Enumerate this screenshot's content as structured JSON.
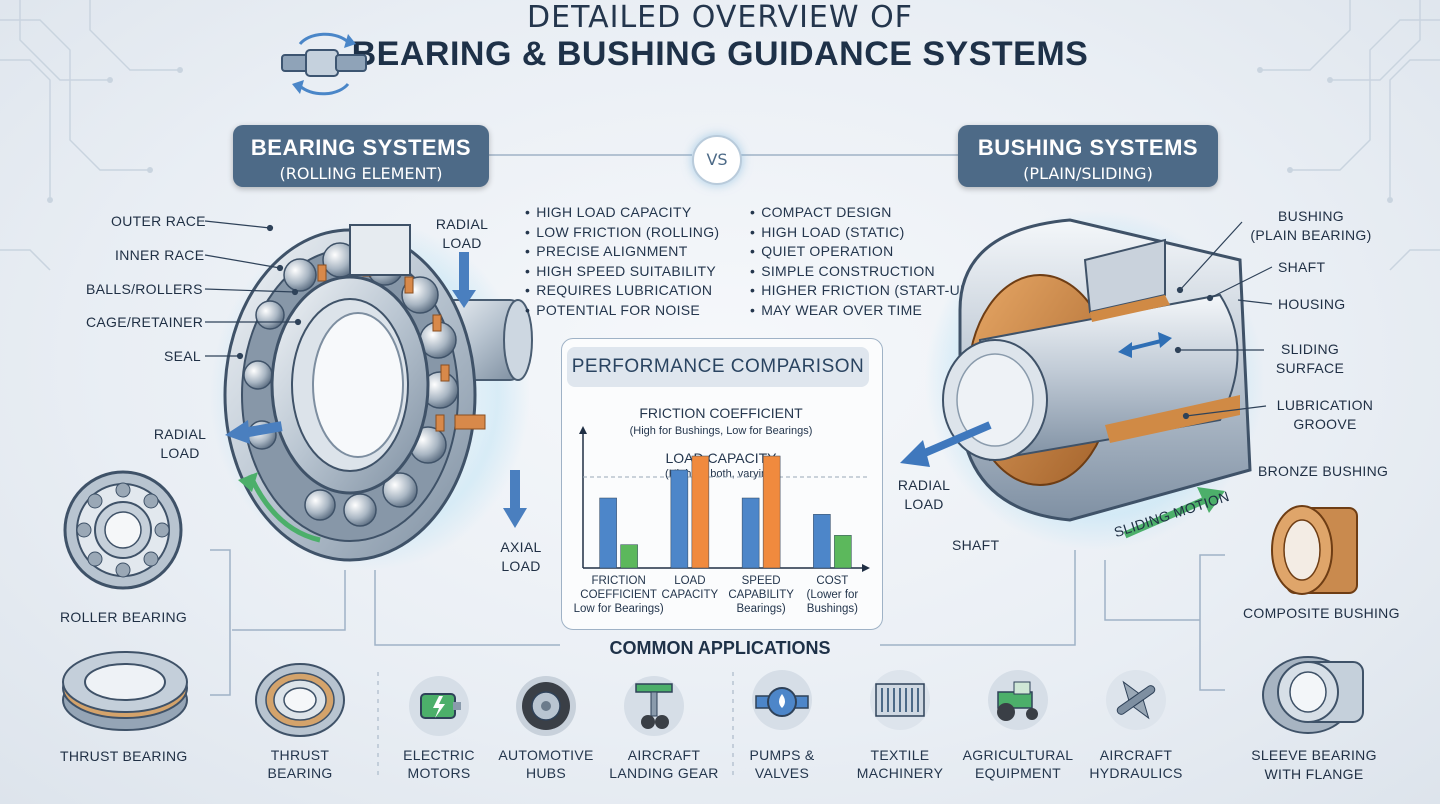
{
  "title": {
    "line1": "DETAILED OVERVIEW OF",
    "line2": "BEARING & BUSHING GUIDANCE SYSTEMS"
  },
  "bearing_box": {
    "main": "BEARING SYSTEMS",
    "sub": "(ROLLING ELEMENT)"
  },
  "bushing_box": {
    "main": "BUSHING SYSTEMS",
    "sub": "(PLAIN/SLIDING)"
  },
  "vs": "VS",
  "bearing_parts": [
    "OUTER RACE",
    "INNER RACE",
    "BALLS/ROLLERS",
    "CAGE/RETAINER",
    "SEAL"
  ],
  "bearing_loads": {
    "radial_top": [
      "RADIAL",
      "LOAD"
    ],
    "radial_left": [
      "RADIAL",
      "LOAD"
    ],
    "axial": [
      "AXIAL",
      "LOAD"
    ]
  },
  "bearing_pros": [
    "HIGH LOAD CAPACITY",
    "LOW FRICTION (ROLLING)",
    "PRECISE ALIGNMENT",
    "HIGH SPEED SUITABILITY",
    "REQUIRES LUBRICATION",
    "POTENTIAL FOR NOISE"
  ],
  "bushing_pros": [
    "COMPACT DESIGN",
    "HIGH LOAD (STATIC)",
    "QUIET OPERATION",
    "SIMPLE CONSTRUCTION",
    "HIGHER FRICTION (START-UP)",
    "MAY WEAR OVER TIME"
  ],
  "bushing_parts": {
    "bushing": [
      "BUSHING",
      "(PLAIN BEARING)"
    ],
    "shaft": "SHAFT",
    "housing": "HOUSING",
    "sliding": [
      "SLIDING",
      "SURFACE"
    ],
    "groove": [
      "LUBRICATION",
      "GROOVE"
    ],
    "radial": [
      "RADIAL",
      "LOAD"
    ],
    "shaft_bottom": "SHAFT",
    "motion": "SLIDING MOTION"
  },
  "left_examples": [
    "ROLLER BEARING",
    "THRUST BEARING"
  ],
  "right_examples": [
    "BRONZE BUSHING",
    "COMPOSITE BUSHING",
    "SLEEVE BEARING",
    "WITH FLANGE"
  ],
  "performance": {
    "title": "PERFORMANCE COMPARISON",
    "friction_title": "FRICTION COEFFICIENT",
    "friction_sub": "(High for Bushings, Low for Bearings)",
    "load_title": "LOAD CAPACITY",
    "load_sub": "(High for both, varying)"
  },
  "chart_data": {
    "type": "bar",
    "categories": [
      [
        "FRICTION",
        "COEFFICIENT",
        "Low for Bearings)"
      ],
      [
        "LOAD",
        "CAPACITY"
      ],
      [
        "SPEED",
        "CAPABILITY",
        "Bearings)"
      ],
      [
        "COST",
        "(Lower for",
        "Bushings)"
      ]
    ],
    "series": [
      {
        "values": [
          3.0,
          4.2,
          3.0,
          2.3
        ],
        "color": "#4d86c9"
      },
      {
        "values": [
          1.0,
          4.8,
          4.8,
          1.4
        ],
        "color": "#4d86c9"
      }
    ],
    "series_colors": [
      [
        "#4d86c9",
        "#5cb85c"
      ],
      [
        "#4d86c9",
        "#f08a3e"
      ],
      [
        "#4d86c9",
        "#f08a3e"
      ],
      [
        "#4d86c9",
        "#5cb85c"
      ]
    ],
    "ylim": [
      0,
      6
    ],
    "reference_line": 3.9
  },
  "applications": {
    "title": "COMMON APPLICATIONS",
    "items": [
      [
        "THRUST",
        "BEARING"
      ],
      [
        "ELECTRIC",
        "MOTORS"
      ],
      [
        "AUTOMOTIVE",
        "HUBS"
      ],
      [
        "AIRCRAFT",
        "LANDING GEAR"
      ],
      [
        "PUMPS &",
        "VALVES"
      ],
      [
        "TEXTILE",
        "MACHINERY"
      ],
      [
        "AGRICULTURAL",
        "EQUIPMENT"
      ],
      [
        "AIRCRAFT",
        "HYDRAULICS"
      ]
    ]
  }
}
